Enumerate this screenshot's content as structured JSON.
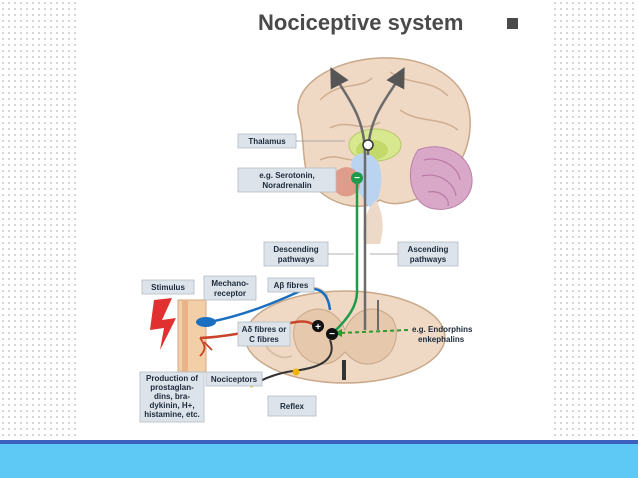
{
  "title": "Nociceptive system",
  "labels": {
    "thalamus": "Thalamus",
    "serotonin": [
      "e.g. Serotonin,",
      "Noradrenalin"
    ],
    "descending": [
      "Descending",
      "pathways"
    ],
    "ascending": [
      "Ascending",
      "pathways"
    ],
    "stimulus": "Stimulus",
    "mechanoreceptor": [
      "Mechano-",
      "receptor"
    ],
    "abeta": "Aβ fibres",
    "adelta": [
      "Aδ fibres or",
      "C fibres"
    ],
    "endorphins": [
      "e.g. Endorphins",
      "enkephalins"
    ],
    "production": [
      "Production of",
      "prostaglan-",
      "dins, bra-",
      "dykinin, H+,",
      "histamine, etc."
    ],
    "nociceptors": "Nociceptors",
    "reflex": "Reflex"
  },
  "symbols": {
    "minus": "−",
    "plus": "+"
  },
  "colors": {
    "descending_green": "#1e9a4a",
    "ascending_grey": "#6b6b6b",
    "fibre_red": "#c8452a",
    "fibre_blue": "#1a6fc0",
    "reflex_yellow": "#f0b400",
    "stimulus_red": "#e03030",
    "band_blue": "#5ec9f5",
    "band_line": "#3f5fbf"
  }
}
